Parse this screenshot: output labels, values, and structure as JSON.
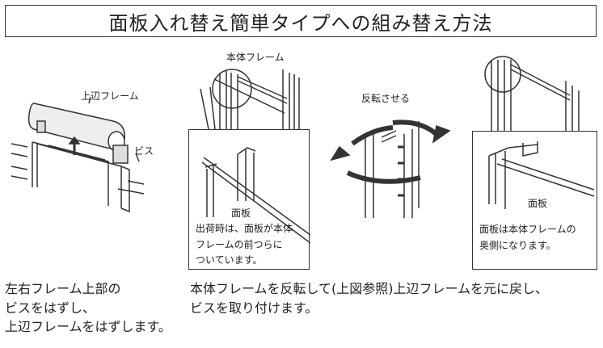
{
  "title": "面板入れ替え簡単タイプへの組み替え方法",
  "step1": {
    "labels": {
      "top_frame": "上辺フレーム",
      "screw": "ビス"
    },
    "caption": [
      "左右フレーム上部の",
      "ビスをはずし、",
      "上辺フレームをはずします。"
    ]
  },
  "step2": {
    "labels": {
      "body_frame": "本体フレーム",
      "panel": "面板"
    },
    "note": [
      "出荷時は、面板が本体",
      "フレームの前つらに",
      "ついています。"
    ]
  },
  "rotate": {
    "label": "反転させる"
  },
  "step3": {
    "labels": {
      "panel": "面板"
    },
    "note": [
      "面板は本体フレームの",
      "奥側になります。"
    ]
  },
  "caption2": [
    "本体フレームを反転して(上図参照)上辺フレームを元に戻し、",
    "ビスを取り付けます。"
  ]
}
